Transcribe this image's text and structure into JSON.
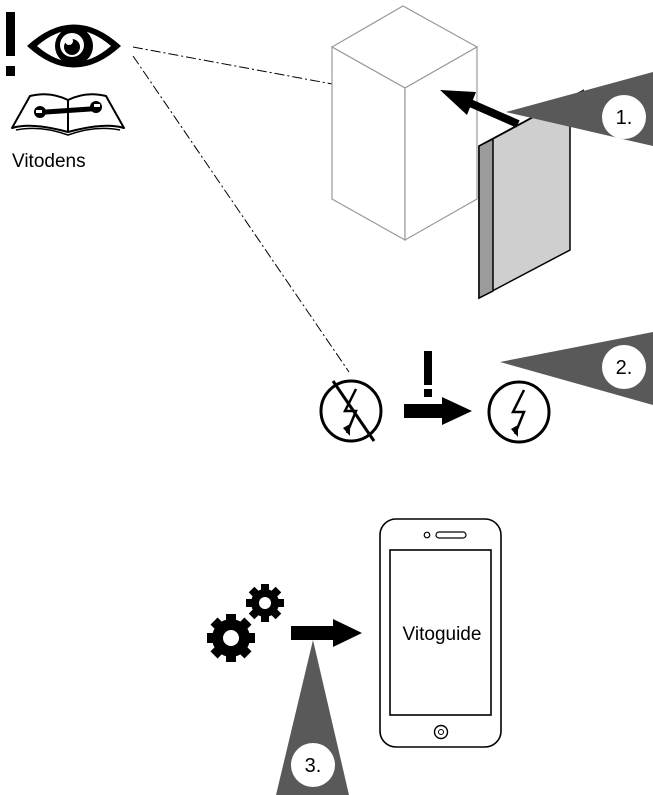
{
  "header": {
    "manual_label": "Vitodens"
  },
  "steps": [
    {
      "label": "1."
    },
    {
      "label": "2."
    },
    {
      "label": "3."
    }
  ],
  "phone": {
    "app_name": "Vitoguide"
  },
  "colors": {
    "step_wedge": "#595959",
    "panel_fill": "#cfcfcf",
    "outline": "#000000",
    "boiler_outline": "#9a9a9a"
  },
  "icons": [
    "exclamation-icon",
    "eye-icon",
    "manual-wrench-icon",
    "power-off-icon",
    "power-on-icon",
    "gears-icon",
    "arrow-right-icon"
  ]
}
